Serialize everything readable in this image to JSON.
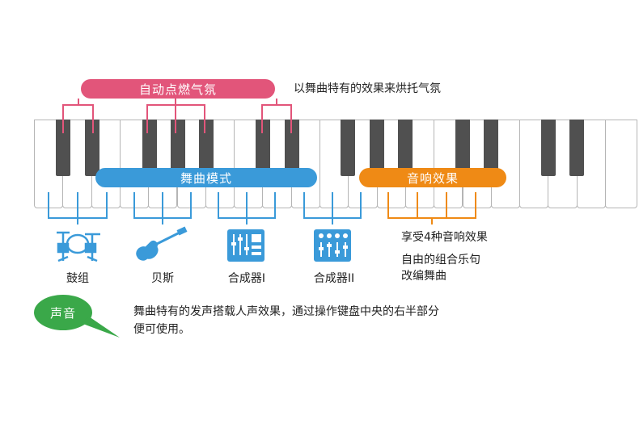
{
  "colors": {
    "pink": "#e2557a",
    "blue": "#3a9ad9",
    "orange": "#ef8a15",
    "green": "#3aa849",
    "black_key": "#505050"
  },
  "labels": {
    "auto_ignite": "自动点燃气氛",
    "auto_ignite_desc": "以舞曲特有的效果来烘托气氛",
    "dance_mode": "舞曲模式",
    "sound_effect": "音响效果",
    "effect_desc_1": "享受4种音响效果",
    "effect_desc_2": "自由的组合乐句",
    "effect_desc_3": "改编舞曲",
    "voice": "声音",
    "voice_desc_1": "舞曲特有的发声搭载人声效果，通过操作键盘中央的右半部分",
    "voice_desc_2": "便可使用。"
  },
  "instruments": [
    {
      "label": "鼓组",
      "icon": "drum-kit-icon"
    },
    {
      "label": "贝斯",
      "icon": "bass-guitar-icon"
    },
    {
      "label": "合成器I",
      "icon": "synth-1-icon"
    },
    {
      "label": "合成器II",
      "icon": "synth-2-icon"
    }
  ]
}
